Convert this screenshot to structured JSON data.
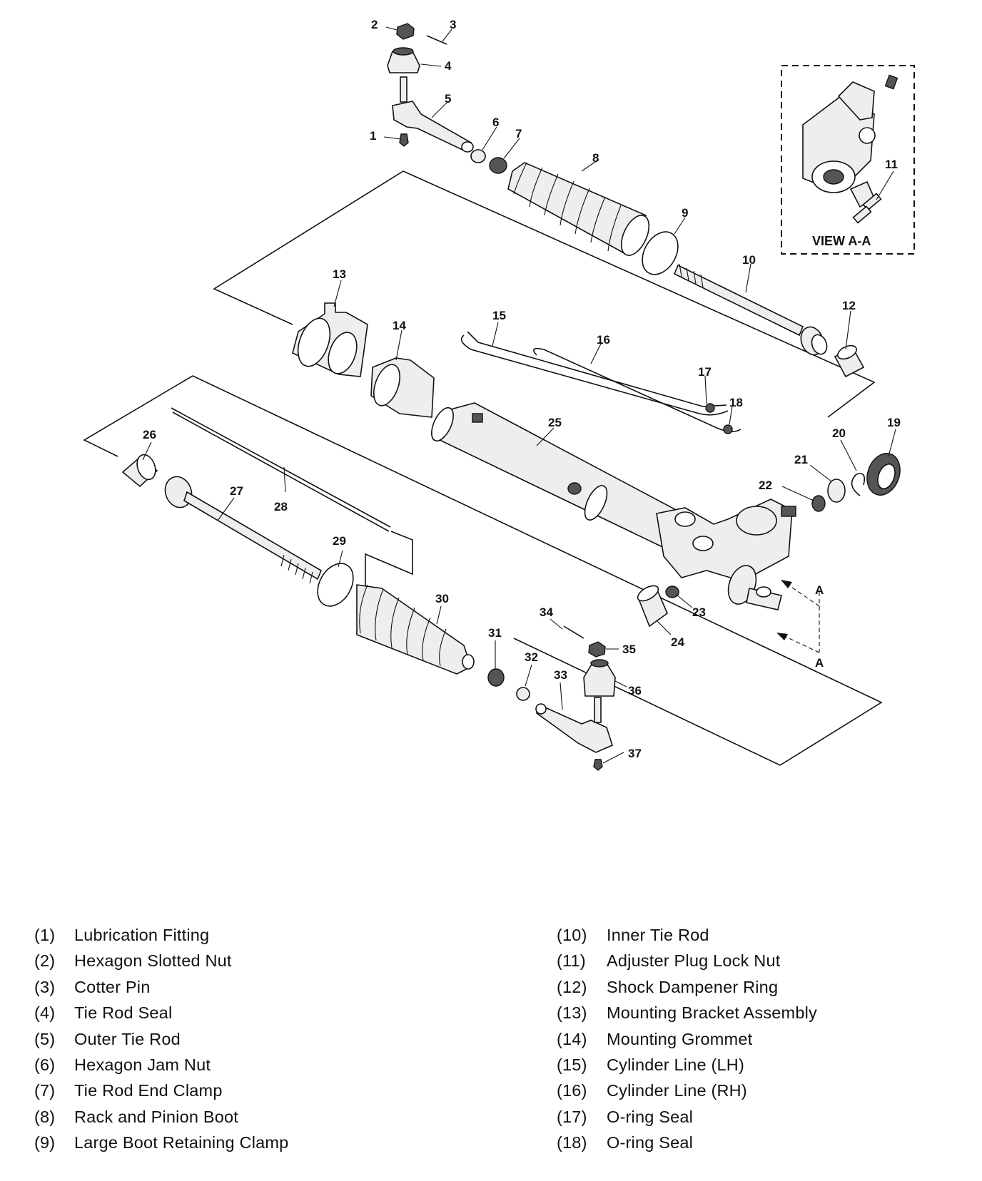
{
  "view_label": "VIEW A-A",
  "section_marker": "A",
  "callouts": [
    "1",
    "2",
    "3",
    "4",
    "5",
    "6",
    "7",
    "8",
    "9",
    "10",
    "11",
    "12",
    "13",
    "14",
    "15",
    "16",
    "17",
    "18",
    "19",
    "20",
    "21",
    "22",
    "23",
    "24",
    "25",
    "26",
    "27",
    "28",
    "29",
    "30",
    "31",
    "32",
    "33",
    "34",
    "35",
    "36",
    "37"
  ],
  "legend": {
    "left": [
      {
        "num": "(1)",
        "name": "Lubrication Fitting"
      },
      {
        "num": "(2)",
        "name": "Hexagon Slotted Nut"
      },
      {
        "num": "(3)",
        "name": "Cotter Pin"
      },
      {
        "num": "(4)",
        "name": "Tie Rod Seal"
      },
      {
        "num": "(5)",
        "name": "Outer Tie Rod"
      },
      {
        "num": "(6)",
        "name": "Hexagon Jam Nut"
      },
      {
        "num": "(7)",
        "name": "Tie Rod End Clamp"
      },
      {
        "num": "(8)",
        "name": "Rack and Pinion Boot"
      },
      {
        "num": "(9)",
        "name": "Large Boot Retaining Clamp"
      }
    ],
    "right": [
      {
        "num": "(10)",
        "name": "Inner Tie Rod"
      },
      {
        "num": "(11)",
        "name": "Adjuster Plug Lock Nut"
      },
      {
        "num": "(12)",
        "name": "Shock Dampener Ring"
      },
      {
        "num": "(13)",
        "name": "Mounting Bracket Assembly"
      },
      {
        "num": "(14)",
        "name": "Mounting Grommet"
      },
      {
        "num": "(15)",
        "name": "Cylinder Line (LH)"
      },
      {
        "num": "(16)",
        "name": "Cylinder Line (RH)"
      },
      {
        "num": "(17)",
        "name": "O-ring Seal"
      },
      {
        "num": "(18)",
        "name": "O-ring Seal"
      }
    ]
  }
}
